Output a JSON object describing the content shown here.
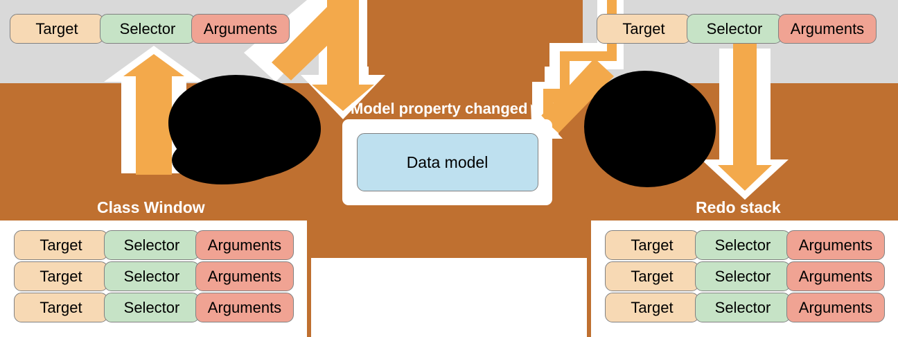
{
  "diagram": {
    "title_center": "Model property changed",
    "center_box_label": "Data model",
    "label_left_stack": "Class Window",
    "label_right_stack": "Redo stack",
    "pill_labels": {
      "target": "Target",
      "selector": "Selector",
      "arguments": "Arguments"
    },
    "colors": {
      "background_brown": "#bf7030",
      "panel_gray": "#d9d9d9",
      "arrow_orange": "#f3a94b",
      "pill_target": "#f7d9b4",
      "pill_selector": "#c6e3c6",
      "pill_arguments": "#f0a393",
      "data_model_blue": "#bee0ef",
      "label_text": "#ffffff",
      "panel_white": "#ffffff"
    },
    "top_rows": [
      {
        "name": "top-left-invocation",
        "cells": [
          "Target",
          "Selector",
          "Arguments"
        ]
      },
      {
        "name": "top-right-invocation",
        "cells": [
          "Target",
          "Selector",
          "Arguments"
        ]
      }
    ],
    "left_stack_rows": [
      [
        "Target",
        "Selector",
        "Arguments"
      ],
      [
        "Target",
        "Selector",
        "Arguments"
      ],
      [
        "Target",
        "Selector",
        "Arguments"
      ]
    ],
    "right_stack_rows": [
      [
        "Target",
        "Selector",
        "Arguments"
      ],
      [
        "Target",
        "Selector",
        "Arguments"
      ],
      [
        "Target",
        "Selector",
        "Arguments"
      ]
    ],
    "arrows": [
      {
        "name": "arrow-up-from-left-stack",
        "direction": "up"
      },
      {
        "name": "arrow-down-to-data-model",
        "direction": "down-left-elbow"
      },
      {
        "name": "arrow-up-right-from-data-model",
        "direction": "up-right-diagonal"
      },
      {
        "name": "arrow-down-to-redo-stack",
        "direction": "down"
      }
    ],
    "redactions": [
      {
        "name": "redaction-blob-left"
      },
      {
        "name": "redaction-blob-right"
      }
    ]
  }
}
